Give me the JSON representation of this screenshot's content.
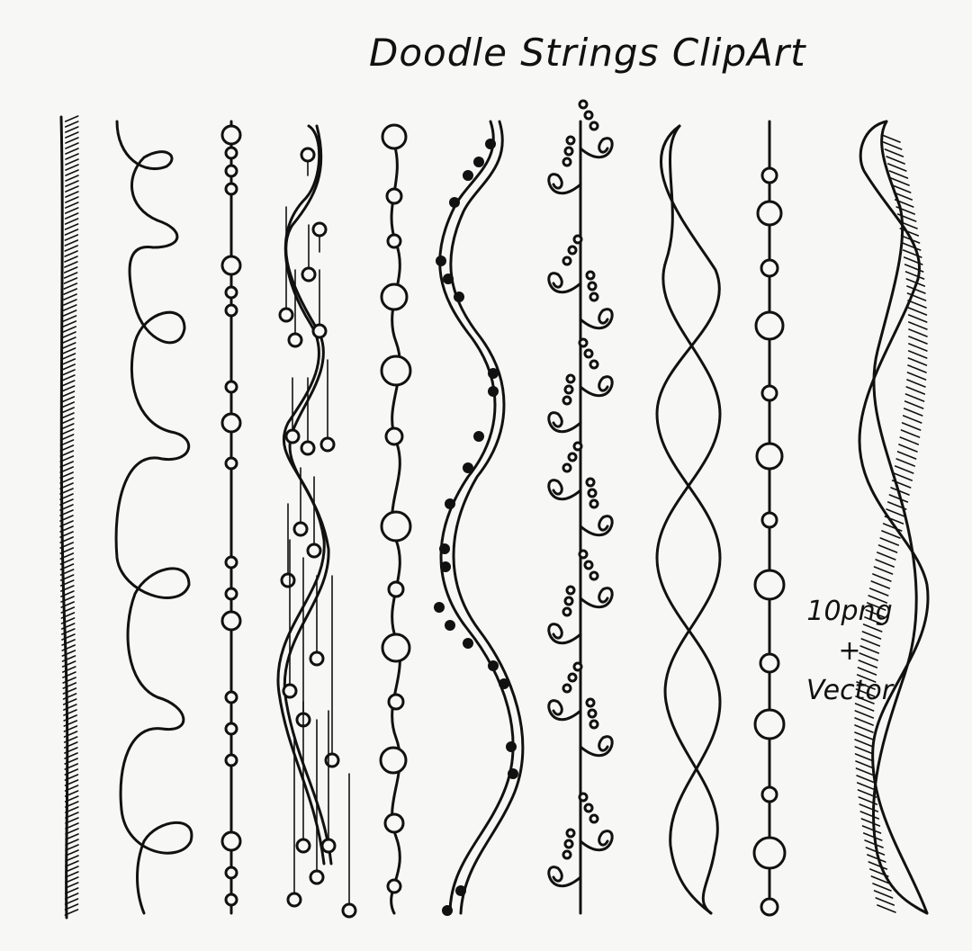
{
  "title": "Doodle Strings ClipArt",
  "badge": {
    "line1": "10png",
    "line2": "+",
    "line3": "Vector"
  },
  "colors": {
    "ink": "#111111",
    "paper": "#f7f7f5"
  }
}
